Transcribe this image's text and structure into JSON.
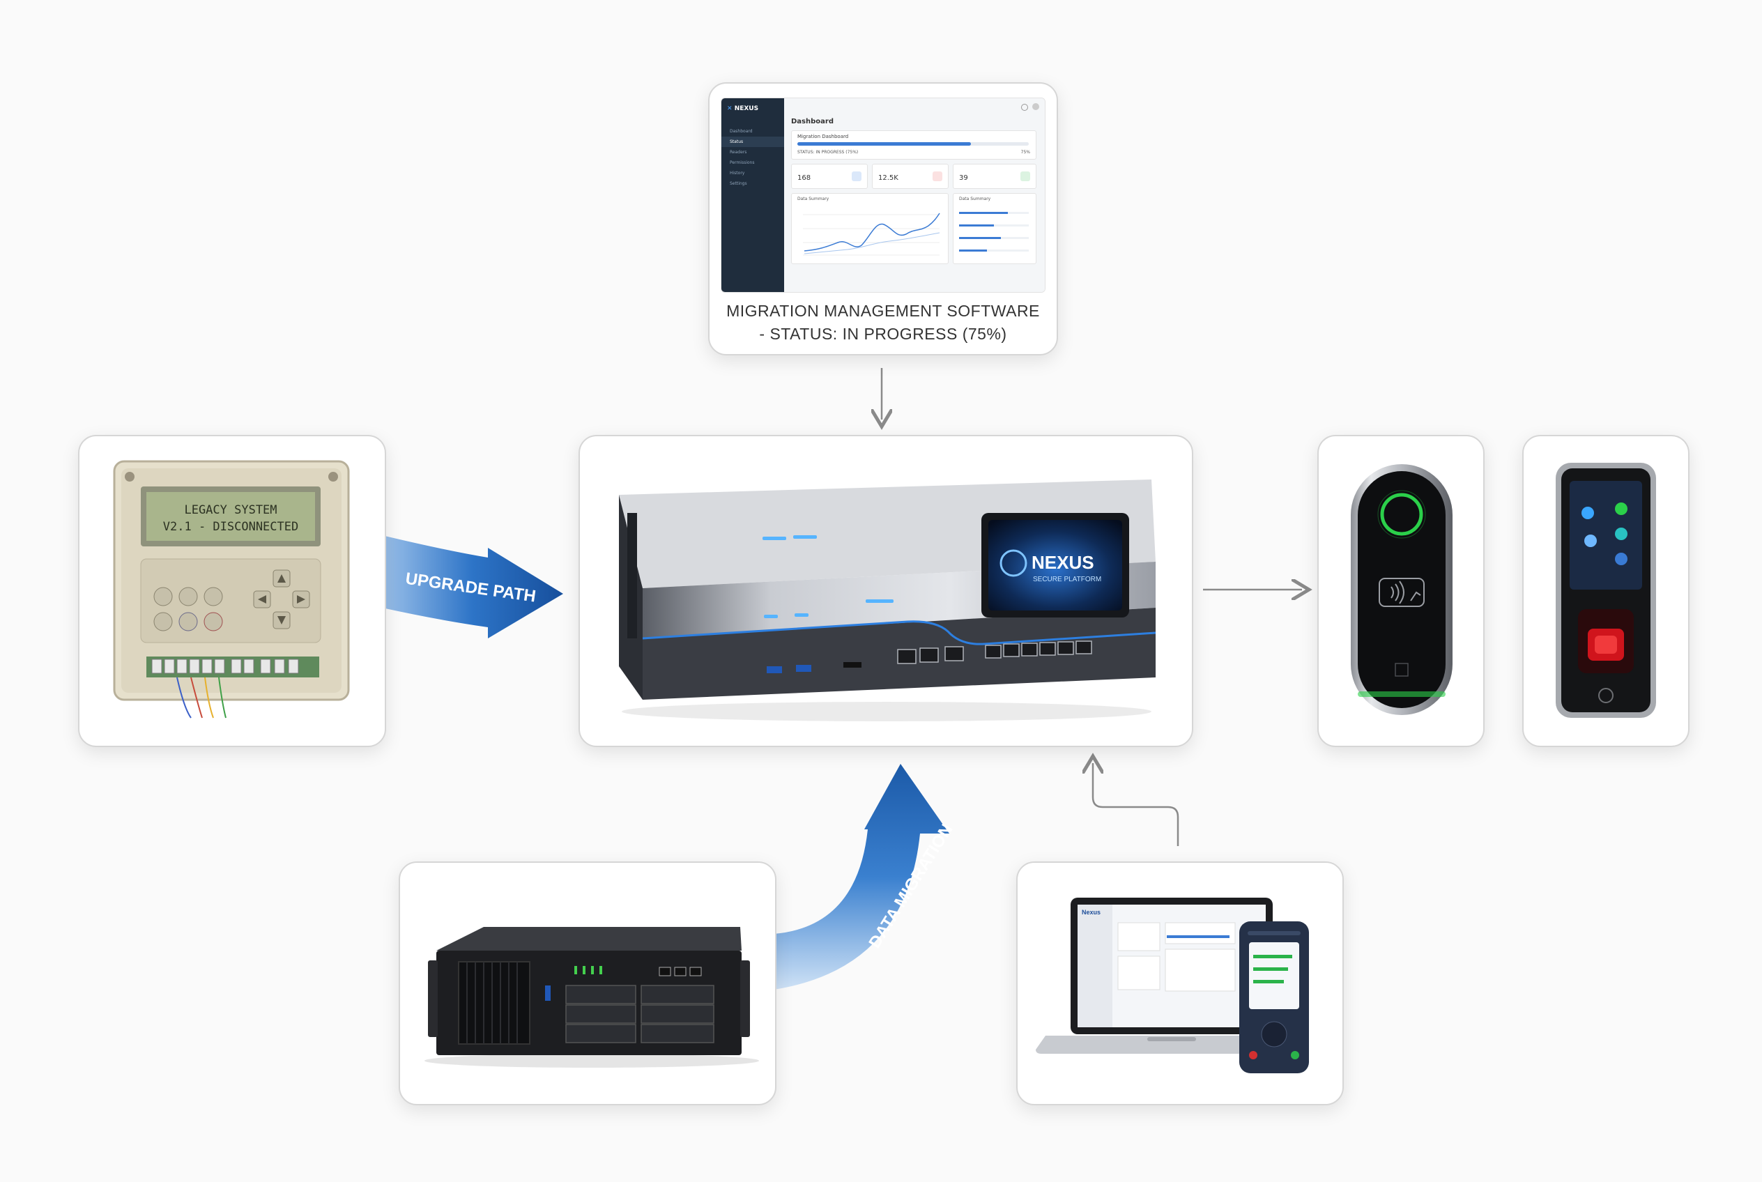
{
  "software_card": {
    "caption_line1": "MIGRATION MANAGEMENT SOFTWARE",
    "caption_line2": "- STATUS: IN PROGRESS (75%)",
    "dashboard": {
      "brand": "NEXUS",
      "title": "Dashboard",
      "nav": [
        "Dashboard",
        "Status",
        "Readers",
        "Permissions",
        "History",
        "Settings"
      ],
      "progress_title": "Migration Dashboard",
      "progress_status": "STATUS: IN PROGRESS (75%)",
      "progress_percent_label": "75%",
      "progress_fraction": 0.75,
      "stats": [
        "168",
        "12.5K",
        "39"
      ],
      "chart_title": "Data Summary",
      "side_title": "Data Summary"
    }
  },
  "legacy_card": {
    "lcd_line1": "LEGACY SYSTEM",
    "lcd_line2": "V2.1 - DISCONNECTED"
  },
  "nexus_card": {
    "screen_brand": "NEXUS",
    "screen_sub": "SECURE PLATFORM"
  },
  "arrows": {
    "upgrade": "UPGRADE PATH",
    "data_migration": "DATA MIGRATION"
  },
  "laptop_card": {
    "app_brand": "Nexus"
  },
  "colors": {
    "accent_blue": "#1e63b8",
    "reader_green": "#2bd04a",
    "fingerprint_red": "#d0141c",
    "lcd_green": "#a9b58c"
  }
}
